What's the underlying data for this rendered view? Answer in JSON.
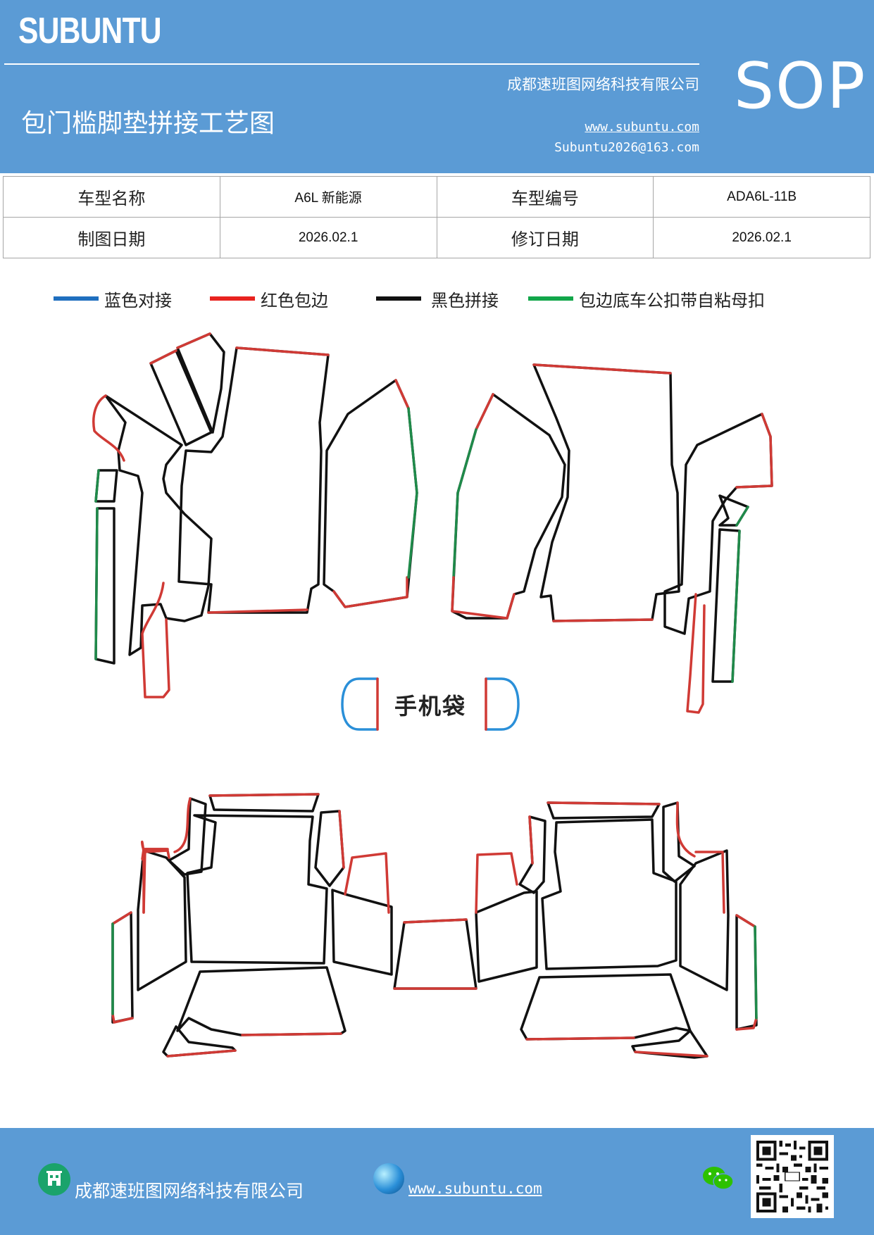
{
  "header": {
    "logo": "SUBUNTU",
    "badge": "SOP",
    "company": "成都速班图网络科技有限公司",
    "title": "包门槛脚垫拼接工艺图",
    "website": "www.subuntu.com",
    "email": "Subuntu2026@163.com"
  },
  "info_table": {
    "rows": [
      {
        "label1": "车型名称",
        "value1": "A6L 新能源",
        "label2": "车型编号",
        "value2": "ADA6L-11B"
      },
      {
        "label1": "制图日期",
        "value1": "2026.02.1",
        "label2": "修订日期",
        "value2": "2026.02.1"
      }
    ]
  },
  "legend": [
    {
      "label": "蓝色对接",
      "color": "#1f6fbf"
    },
    {
      "label": "红色包边",
      "color": "#e8231f"
    },
    {
      "label": "黑色拼接",
      "color": "#111111"
    },
    {
      "label": "包边底车公扣带自粘母扣",
      "color": "#12a64a"
    }
  ],
  "diagram": {
    "phone_bag_label": "手机袋"
  },
  "colors": {
    "header_bg": "#5b9bd5",
    "blue": "#2a8fd8",
    "red": "#d03a35",
    "black": "#111111",
    "green": "#1f8a4a"
  },
  "footer": {
    "company": "成都速班图网络科技有限公司",
    "website": "www.subuntu.com",
    "icons": [
      "building-icon",
      "globe-icon",
      "wechat-icon",
      "qr-code"
    ]
  }
}
